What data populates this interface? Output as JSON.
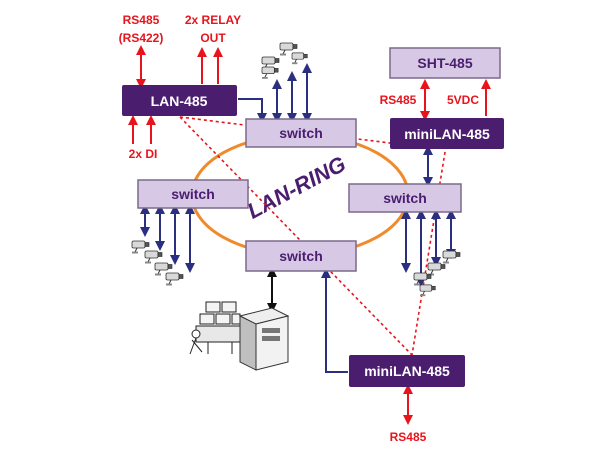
{
  "colors": {
    "dark_node": "#4b1d6e",
    "light_node": "#d7c9e6",
    "light_node_border": "#7a6a8c",
    "ring": "#ef8b2c",
    "red_link": "#e8141c",
    "blue_link": "#2a2f7f"
  },
  "nodes": {
    "lan485": "LAN-485",
    "sht485": "SHT-485",
    "minilan_top": "miniLAN-485",
    "minilan_bottom": "miniLAN-485",
    "switch_top": "switch",
    "switch_left": "switch",
    "switch_right": "switch",
    "switch_bottom": "switch"
  },
  "ring_label": "LAN-RING",
  "labels": {
    "rs485_rs422_line1": "RS485",
    "rs485_rs422_line2": "(RS422)",
    "relay_line1": "2x RELAY",
    "relay_line2": "OUT",
    "di": "2x DI",
    "minilan_top_rs485": "RS485",
    "minilan_top_5vdc": "5VDC",
    "minilan_bottom_rs485": "RS485"
  },
  "icons": {
    "camera": "security-camera-icon",
    "workstation": "monitoring-workstation-icon",
    "server": "server-tower-icon"
  }
}
